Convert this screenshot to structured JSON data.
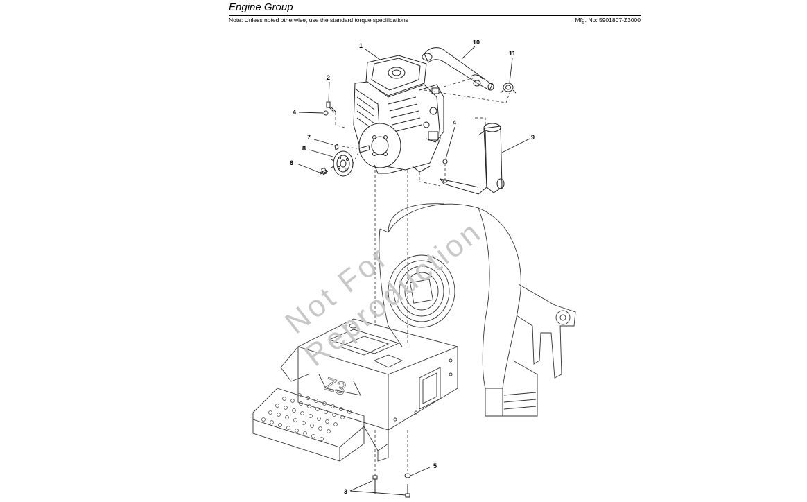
{
  "header": {
    "title": "Engine Group",
    "note": "Note: Unless noted otherwise, use the standard torque specifications",
    "mfg_no": "Mfg. No: 5901807-Z3000"
  },
  "callouts": {
    "c1": "1",
    "c2": "2",
    "c3": "3",
    "c4a": "4",
    "c4b": "4",
    "c5": "5",
    "c6": "6",
    "c7": "7",
    "c8": "8",
    "c9": "9",
    "c10": "10",
    "c11": "11"
  },
  "watermark": {
    "line1": "Not For",
    "line2": "Reproduction"
  },
  "frame_label": "Z3"
}
